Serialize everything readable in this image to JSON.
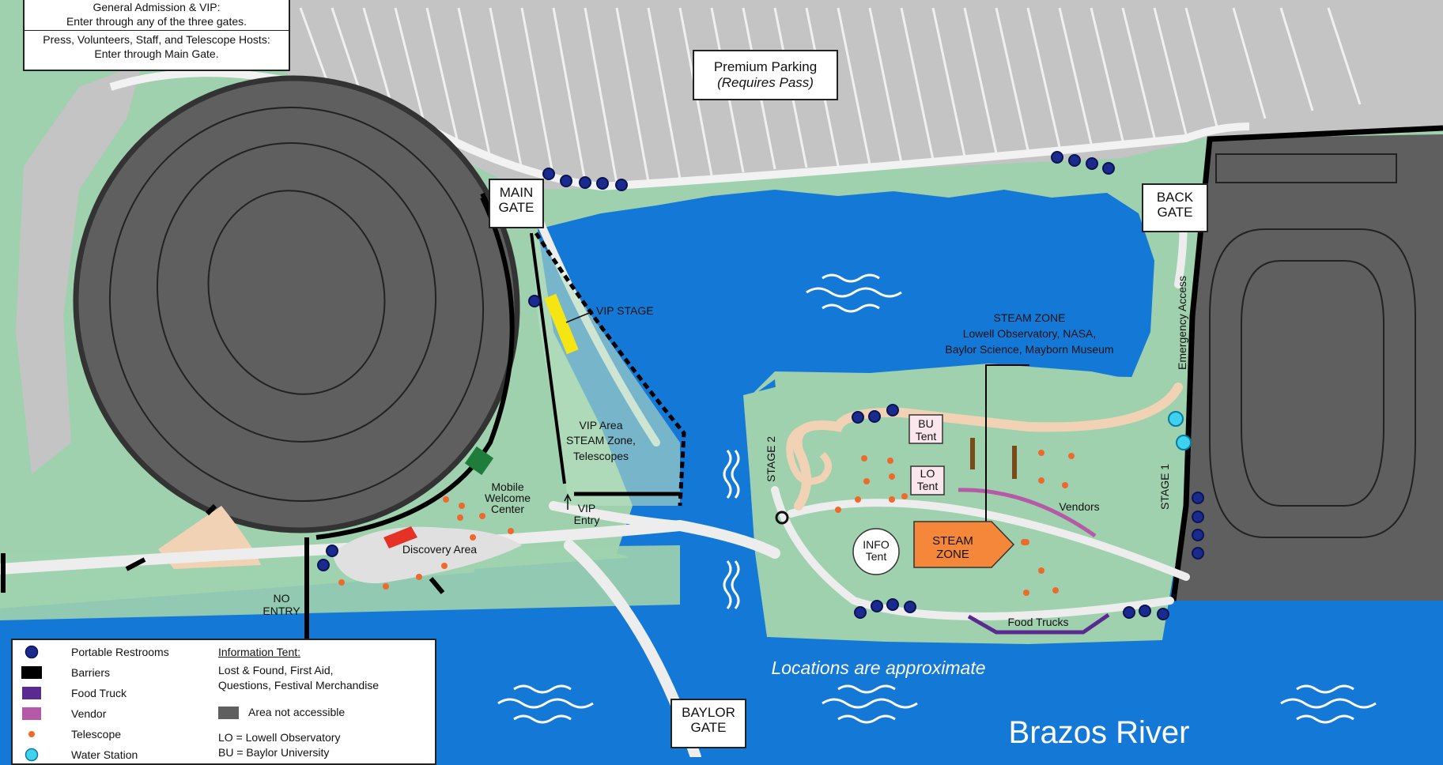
{
  "entry_notice": {
    "line1": "General Admission & VIP:",
    "line2": "Enter through any of the three gates.",
    "line3": "Press, Volunteers, Staff, and Telescope Hosts:",
    "line4": "Enter through Main Gate."
  },
  "parking": {
    "title": "Premium Parking",
    "subtitle": "(Requires Pass)"
  },
  "gates": {
    "main": [
      "MAIN",
      "GATE"
    ],
    "back": [
      "BACK",
      "GATE"
    ],
    "baylor": [
      "BAYLOR",
      "GATE"
    ]
  },
  "areas": {
    "vip_stage": "VIP STAGE",
    "vip_area": [
      "VIP Area",
      "STEAM Zone,",
      "Telescopes"
    ],
    "vip_entry": [
      "VIP",
      "Entry"
    ],
    "mobile_welcome": [
      "Mobile",
      "Welcome",
      "Center"
    ],
    "discovery": "Discovery Area",
    "no_entry": [
      "NO",
      "ENTRY"
    ],
    "steam_zone_title": [
      "STEAM ZONE",
      "Lowell Observatory, NASA,",
      "Baylor Science, Mayborn Museum"
    ],
    "stage2": "STAGE 2",
    "stage1": "STAGE 1",
    "bu_tent": [
      "BU",
      "Tent"
    ],
    "lo_tent": [
      "LO",
      "Tent"
    ],
    "vendors": "Vendors",
    "info_tent": [
      "INFO",
      "Tent"
    ],
    "steam_zone_box": [
      "STEAM",
      "ZONE"
    ],
    "food_trucks": "Food Trucks",
    "emergency": "Emergency Access",
    "approx": "Locations are approximate",
    "river": "Brazos River"
  },
  "legend": {
    "items": [
      {
        "icon": "restroom-icon",
        "label": "Portable Restrooms"
      },
      {
        "icon": "barrier-icon",
        "label": "Barriers"
      },
      {
        "icon": "food-truck-icon",
        "label": "Food Truck"
      },
      {
        "icon": "vendor-icon",
        "label": "Vendor"
      },
      {
        "icon": "telescope-icon",
        "label": "Telescope"
      },
      {
        "icon": "water-station-icon",
        "label": "Water Station"
      }
    ],
    "info_title": "Information Tent:",
    "info_line1": "Lost & Found, First Aid,",
    "info_line2": "Questions, Festival Merchandise",
    "not_accessible": "Area not accessible",
    "lo": "LO = Lowell Observatory",
    "bu": "BU = Baylor University"
  },
  "colors": {
    "water": "#1479d6",
    "land": "#9fd1ae",
    "parking": "#c4c4c4",
    "inaccessible": "#5f5f5f",
    "restroom": "#1b2a8f",
    "barrier": "#000000",
    "food_truck": "#5b2a91",
    "vendor": "#b65aa8",
    "telescope": "#ee6a2c",
    "water_station": "#3fd2ee",
    "vip_stage": "#f4e513",
    "steam_zone": "#f5873b"
  }
}
